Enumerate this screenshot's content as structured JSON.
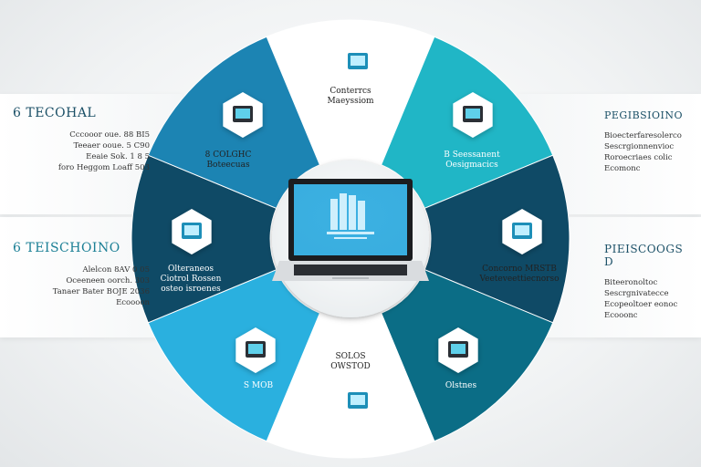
{
  "left_panels": [
    {
      "title": "6 TECOHAL",
      "lines": [
        "Cccooor oue. 88 BI5",
        "Teeaer ooue. 5 C90",
        "Eeaie  Sok. 1 8 5",
        "foro Heggom Loaff 503"
      ]
    },
    {
      "title": "6 TEISCHOINO",
      "lines": [
        "Alelcon 8AV 0 05",
        "Oceeneen oorch. 303",
        "Tanaer  Bater BOJE 2036",
        "Ecoooon"
      ]
    }
  ],
  "right_panels": [
    {
      "title": "PEGIBSIOINO",
      "lines": [
        "Bioecterfaresolerco",
        "Sescrgionnenvioc",
        "Roroecriaes colic",
        "Ecomonc"
      ]
    },
    {
      "title": "PIEISCOOGS D",
      "lines": [
        "Biteeronoltoc",
        "Sescrgnivatecce",
        "Ecopeoltoer eonoc",
        "Ecooonc"
      ]
    }
  ],
  "segments": [
    {
      "label": "Conterrcs\nMaeyssiom",
      "icon": "tablet-icon"
    },
    {
      "label": "B Seessanent\nOesigmacics",
      "icon": "server-icon"
    },
    {
      "label": "Concorno MRSTB\nVeeteveettiecnorso",
      "icon": "disk-icon"
    },
    {
      "label": "Olstnes",
      "icon": "tower-icon"
    },
    {
      "label": "SOLOS\nOWSTOD",
      "icon": "desktop-icon"
    },
    {
      "label": "S MOB",
      "icon": "gaming-cube-icon"
    },
    {
      "label": "Olteraneos\nCiotrol Rossen\nosteo isroenes",
      "icon": "monitor-icon"
    },
    {
      "label": "8 COLGHC\nBoteecuas",
      "icon": "printer-icon"
    }
  ],
  "center": {
    "icon": "laptop-icon"
  },
  "colors": {
    "navy": "#0f4a66",
    "mid_blue": "#1c84b3",
    "sky": "#2ab0df",
    "teal": "#20b6c6",
    "deep_teal": "#0b6d86",
    "white": "#ffffff"
  }
}
